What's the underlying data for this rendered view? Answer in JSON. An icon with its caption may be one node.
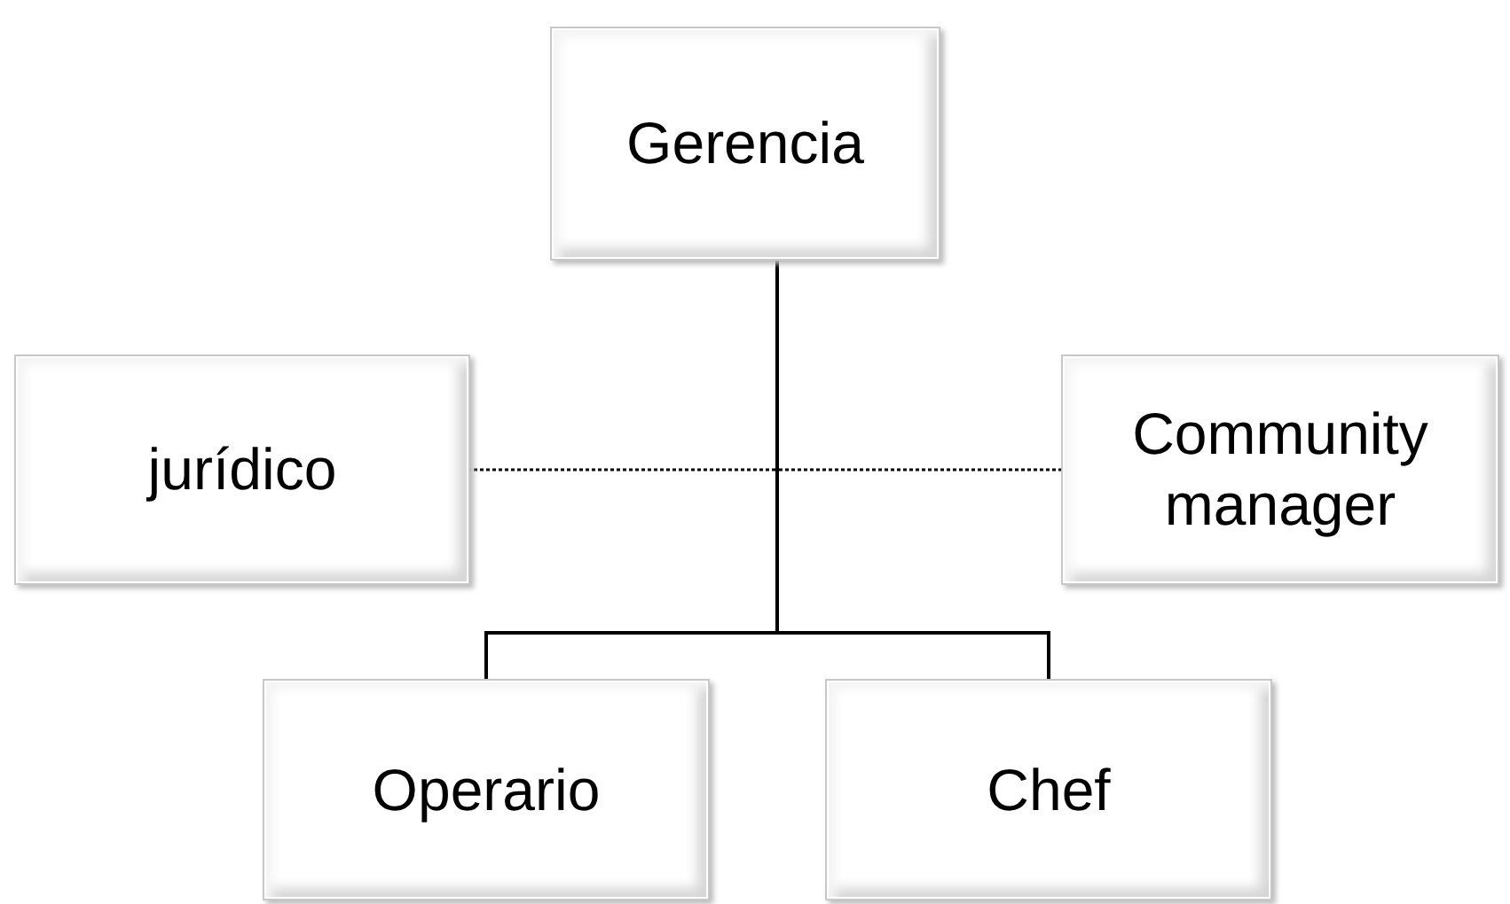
{
  "diagram": {
    "nodes": [
      {
        "text": [
          "Gerencia"
        ]
      },
      {
        "text": [
          "jurídico"
        ]
      },
      {
        "text": [
          "Community manager"
        ]
      },
      {
        "text": [
          "Operario"
        ]
      },
      {
        "text": [
          "Chef"
        ]
      }
    ],
    "edges": [
      {
        "from": 0,
        "to": 1,
        "arrow": "none",
        "style": "dashed"
      },
      {
        "from": 0,
        "to": 2,
        "arrow": "none",
        "style": "dashed"
      },
      {
        "from": 0,
        "to": 3,
        "arrow": "none"
      },
      {
        "from": 0,
        "to": 4,
        "arrow": "none"
      }
    ]
  }
}
